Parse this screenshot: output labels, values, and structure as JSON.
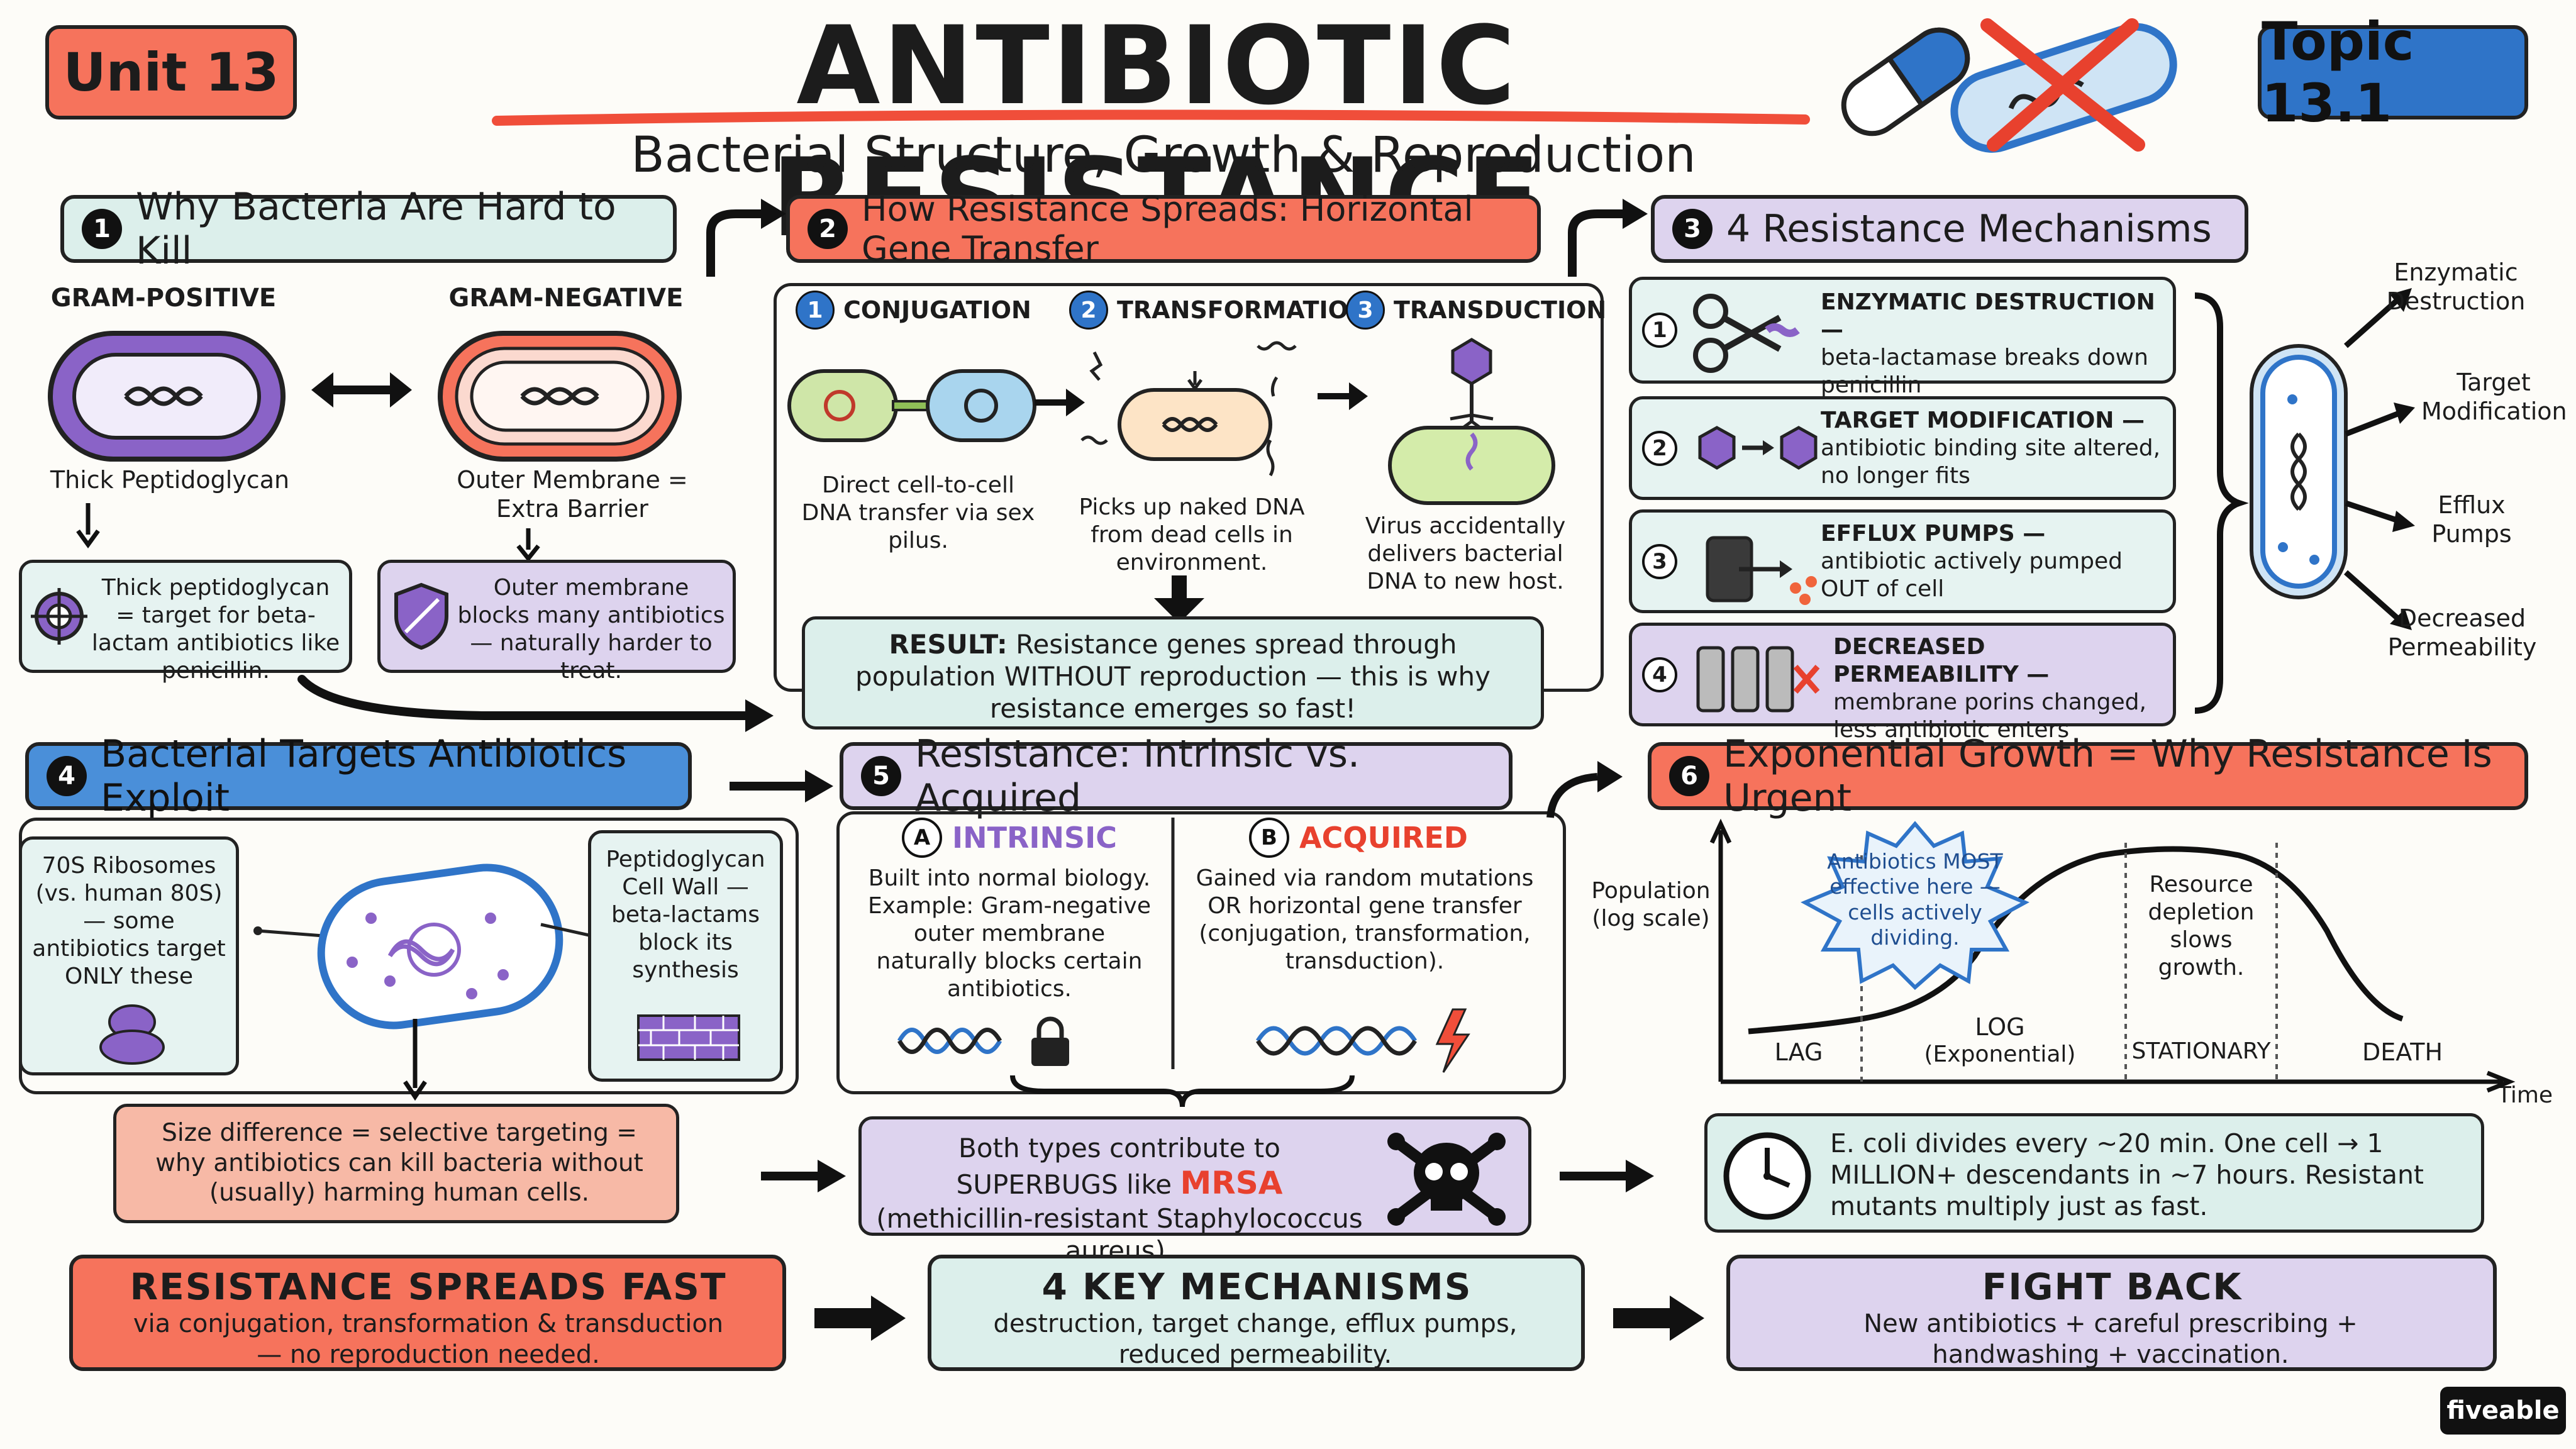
{
  "header": {
    "unit": "Unit 13",
    "title": "ANTIBIOTIC RESISTANCE",
    "subtitle": "Bacterial Structure, Growth & Reproduction",
    "topic": "Topic 13.1"
  },
  "section1": {
    "number": "1",
    "title": "Why Bacteria Are Hard to Kill",
    "gram_positive": "GRAM-POSITIVE",
    "gram_negative": "GRAM-NEGATIVE",
    "thick_label": "Thick Peptidoglycan",
    "outer_label": "Outer Membrane = Extra Barrier",
    "thick_box": "Thick peptidoglycan = target for beta-lactam antibiotics like penicillin.",
    "outer_box": "Outer membrane blocks many antibiotics — naturally harder to treat."
  },
  "section2": {
    "number": "2",
    "title": "How Resistance Spreads: Horizontal Gene Transfer",
    "methods": [
      {
        "num": "1",
        "name": "CONJUGATION",
        "desc": "Direct cell-to-cell DNA transfer via sex pilus."
      },
      {
        "num": "2",
        "name": "TRANSFORMATION",
        "desc": "Picks up naked DNA from dead cells in environment."
      },
      {
        "num": "3",
        "name": "TRANSDUCTION",
        "desc": "Virus accidentally delivers bacterial DNA to new host."
      }
    ],
    "result_label": "RESULT:",
    "result_text": "Resistance genes spread through population WITHOUT reproduction — this is why resistance emerges so fast!"
  },
  "section3": {
    "number": "3",
    "title": "4 Resistance Mechanisms",
    "mechanisms": [
      {
        "num": "1",
        "title": "ENZYMATIC DESTRUCTION —",
        "desc": "beta-lactamase breaks down penicillin"
      },
      {
        "num": "2",
        "title": "TARGET MODIFICATION —",
        "desc": "antibiotic binding site altered, no longer fits"
      },
      {
        "num": "3",
        "title": "EFFLUX PUMPS —",
        "desc": "antibiotic actively pumped OUT of cell"
      },
      {
        "num": "4",
        "title": "DECREASED PERMEABILITY —",
        "desc": "membrane porins changed, less antibiotic enters"
      }
    ],
    "side_labels": [
      "Enzymatic Destruction",
      "Target Modification",
      "Efflux Pumps",
      "Decreased Permeability"
    ]
  },
  "section4": {
    "number": "4",
    "title": "Bacterial Targets Antibiotics Exploit",
    "ribosomes": "70S Ribosomes (vs. human 80S) — some antibiotics target ONLY these",
    "cellwall": "Peptidoglycan Cell Wall — beta-lactams block its synthesis",
    "size_box": "Size difference = selective targeting = why antibiotics can kill bacteria without (usually) harming human cells."
  },
  "section5": {
    "number": "5",
    "title": "Resistance: Intrinsic vs. Acquired",
    "intrinsic_letter": "A",
    "intrinsic_title": "INTRINSIC",
    "intrinsic_desc": "Built into normal biology. Example: Gram-negative outer membrane naturally blocks certain antibiotics.",
    "acquired_letter": "B",
    "acquired_title": "ACQUIRED",
    "acquired_desc": "Gained via random mutations OR horizontal gene transfer (conjugation, transformation, transduction).",
    "superbug_pre": "Both types contribute to SUPERBUGS like",
    "superbug_mrsa": "MRSA",
    "superbug_post": "(methicillin-resistant Staphylococcus aureus)."
  },
  "section6": {
    "number": "6",
    "title": "Exponential Growth = Why Resistance Is Urgent",
    "ylabel": "Population (log scale)",
    "xlabel": "Time",
    "phases": [
      "LAG",
      "LOG",
      "(Exponential)",
      "STATIONARY",
      "DEATH"
    ],
    "burst": "Antibiotics MOST effective here — cells actively dividing.",
    "stationary_note": "Resource depletion slows growth.",
    "ecoli": "E. coli divides every ~20 min. One cell → 1 MILLION+ descendants in ~7 hours. Resistant mutants multiply just as fast."
  },
  "footer": {
    "box1_title": "RESISTANCE SPREADS FAST",
    "box1_text": "via conjugation, transformation & transduction — no reproduction needed.",
    "box2_title": "4 KEY MECHANISMS",
    "box2_text": "destruction, target change, efflux pumps, reduced permeability.",
    "box3_title": "FIGHT BACK",
    "box3_text": "New antibiotics + careful prescribing + handwashing + vaccination.",
    "brand": "fiveable"
  },
  "colors": {
    "red": "#f6735c",
    "blue": "#2f74c8",
    "teal": "#dcefeb",
    "purple": "#ddd3ee",
    "salmon": "#f7b9a6"
  }
}
